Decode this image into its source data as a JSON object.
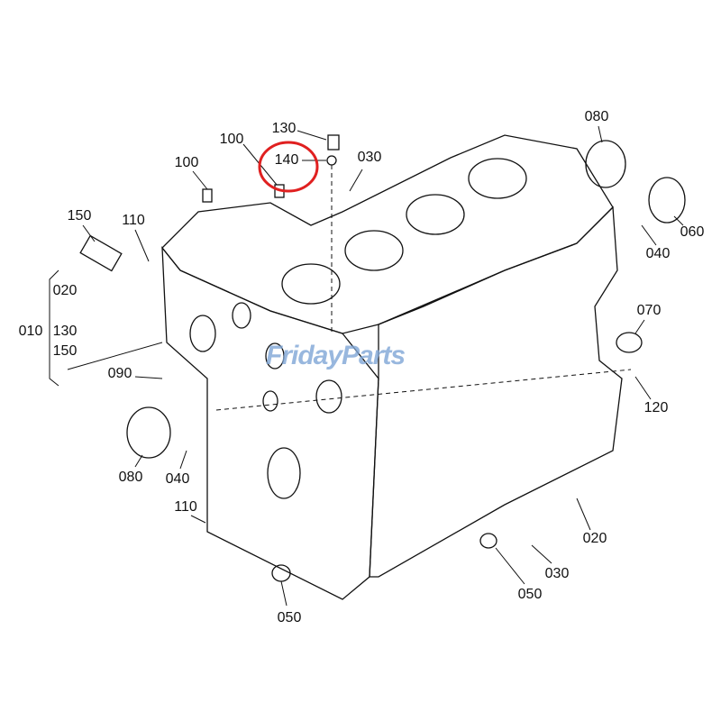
{
  "watermark": "FridayParts",
  "highlight_color": "#e02020",
  "highlighted_part": "140",
  "labels": [
    {
      "id": "l1",
      "text": "130"
    },
    {
      "id": "l2",
      "text": "140"
    },
    {
      "id": "l3",
      "text": "100"
    },
    {
      "id": "l4",
      "text": "100"
    },
    {
      "id": "l5",
      "text": "030"
    },
    {
      "id": "l6",
      "text": "080"
    },
    {
      "id": "l7",
      "text": "060"
    },
    {
      "id": "l8",
      "text": "040"
    },
    {
      "id": "l9",
      "text": "150"
    },
    {
      "id": "l10",
      "text": "110"
    },
    {
      "id": "l11",
      "text": "020"
    },
    {
      "id": "l12",
      "text": "010"
    },
    {
      "id": "l13",
      "text": "130"
    },
    {
      "id": "l14",
      "text": "150"
    },
    {
      "id": "l15",
      "text": "070"
    },
    {
      "id": "l16",
      "text": "090"
    },
    {
      "id": "l17",
      "text": "120"
    },
    {
      "id": "l18",
      "text": "080"
    },
    {
      "id": "l19",
      "text": "040"
    },
    {
      "id": "l20",
      "text": "110"
    },
    {
      "id": "l21",
      "text": "020"
    },
    {
      "id": "l22",
      "text": "030"
    },
    {
      "id": "l23",
      "text": "050"
    },
    {
      "id": "l24",
      "text": "050"
    }
  ]
}
